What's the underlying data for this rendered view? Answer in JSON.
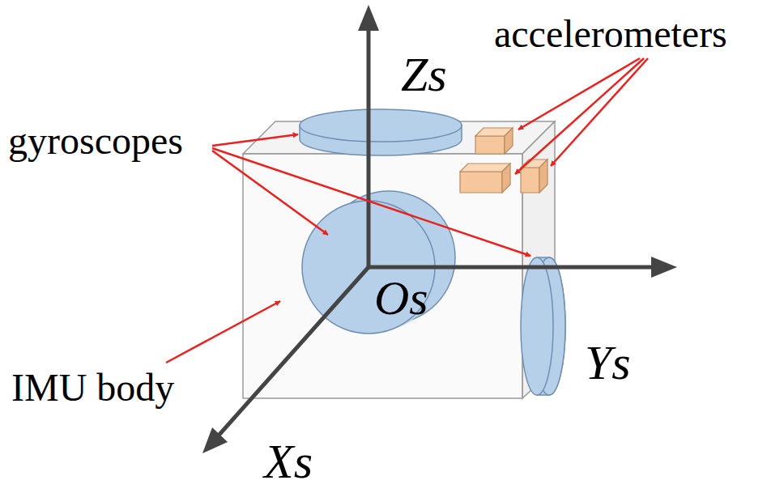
{
  "diagram": {
    "labels": [
      "gyroscopes",
      "accelerometers",
      "IMU body",
      "Zs",
      "Ys",
      "Xs",
      "Os"
    ]
  }
}
